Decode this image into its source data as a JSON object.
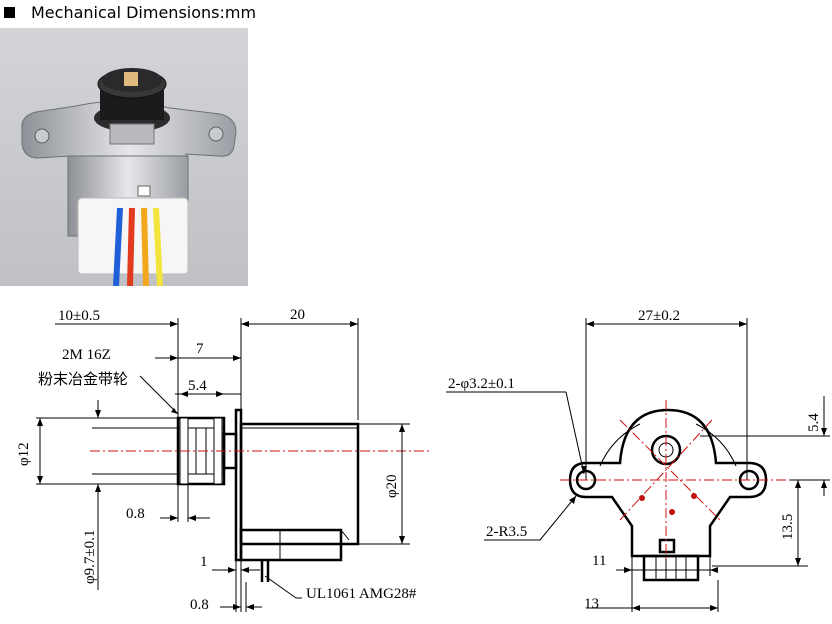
{
  "header": {
    "title": "Mechanical Dimensions:mm",
    "bullet_icon": "black-square-icon"
  },
  "side_view": {
    "dim_total_shaft": "10±0.5",
    "dim_body_length": "20",
    "pulley_spec": "2M 16Z",
    "pulley_material": "粉末冶金带轮",
    "dim_7": "7",
    "dim_5_4": "5.4",
    "dim_phi12": "φ12",
    "dim_phi20": "φ20",
    "dim_0_8_top": "0.8",
    "dim_phi9_7": "φ9.7±0.1",
    "dim_1": "1",
    "dim_0_8_bottom": "0.8",
    "wire_spec": "UL1061 AMG28#"
  },
  "front_view": {
    "dim_width": "27±0.2",
    "dim_holes": "2-φ3.2±0.1",
    "dim_radius": "2-R3.5",
    "dim_5_4": "5.4",
    "dim_13_5": "13.5",
    "dim_11": "11",
    "dim_13": "13"
  },
  "colors": {
    "centerline": "#d01010",
    "wire_colors": [
      "#1f5fd8",
      "#e23a1f",
      "#f2a81d",
      "#f2e43a"
    ]
  }
}
